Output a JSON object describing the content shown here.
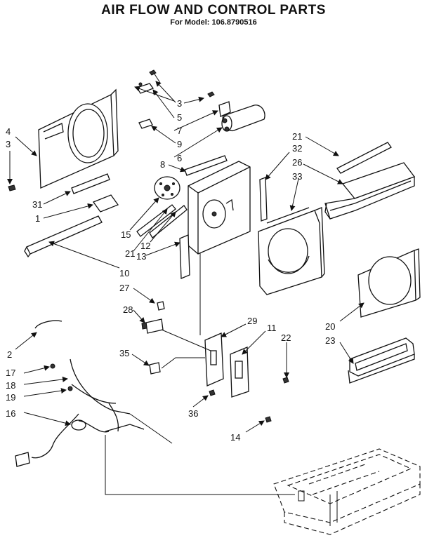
{
  "title": "AIR FLOW AND CONTROL PARTS",
  "subtitle": "For Model: 106.8790516",
  "callouts": [
    "1",
    "2",
    "3",
    "3",
    "4",
    "5",
    "6",
    "7",
    "8",
    "9",
    "10",
    "11",
    "12",
    "13",
    "14",
    "15",
    "16",
    "17",
    "18",
    "19",
    "20",
    "21",
    "21",
    "22",
    "23",
    "26",
    "27",
    "28",
    "29",
    "31",
    "32",
    "33",
    "35",
    "36"
  ]
}
